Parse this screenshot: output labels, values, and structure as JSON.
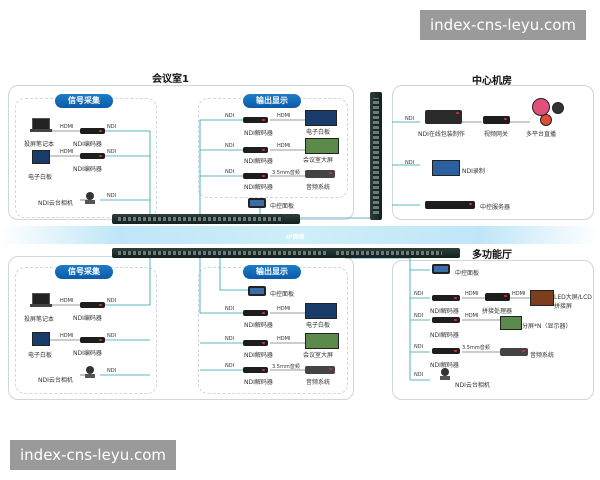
{
  "watermark": {
    "top": "index-cns-leyu.com",
    "bottom": "index-cns-leyu.com"
  },
  "rooms": {
    "meeting1": {
      "title": "会议室1"
    },
    "center": {
      "title": "中心机房"
    },
    "multi": {
      "title": "多功能厅"
    }
  },
  "ip_network": "IP网络",
  "labels": {
    "signal": "信号采集",
    "output": "输出显示",
    "laptop": "投屏笔记本",
    "whiteboard": "电子白板",
    "ptz": "NDI云台相机",
    "encoder": "NDI编码器",
    "decoder": "NDI解码器",
    "ndi": "NDI",
    "hdmi": "HDMI",
    "mm35": "3.5mm音频",
    "e_whiteboard": "电子白板",
    "bigscreen": "会议室大屏",
    "audio": "音频系统",
    "control_panel": "中控面板",
    "ndi_tally": "NDI在线包装制作",
    "video_gw": "视频网关",
    "multi_live": "多平台直播",
    "ndi_record": "NDI录制",
    "ctrl_server": "中控服务器",
    "splicer": "拼接处理器",
    "led": "LED大屏/LCD拼接屏",
    "split": "分屏*N（显示器）",
    "audio_sys": "音频系统"
  }
}
